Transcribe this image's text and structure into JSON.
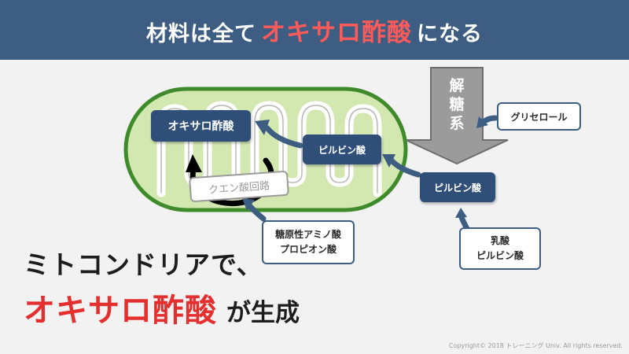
{
  "header": {
    "prefix": "材料は全て",
    "highlight": "オキサロ酢酸",
    "suffix": "になる"
  },
  "diagram": {
    "glycolysis": [
      "解",
      "糖",
      "系"
    ],
    "oxaloacetate": "オキサロ酢酸",
    "pyruvate_inside": "ピルビン酸",
    "pyruvate_outside": "ピルビン酸",
    "citric_cycle": "クエン酸回路",
    "glycerol": "グリセロール",
    "amino": [
      "糖原性アミノ酸",
      "プロピオン酸"
    ],
    "lactate": [
      "乳酸",
      "ピルビン酸"
    ]
  },
  "main_text": {
    "line1": "ミトコンドリアで、",
    "line2_highlight": "オキサロ酢酸",
    "line2_suffix": "が生成"
  },
  "copyright": "Copyright© 2018 トレーニング Univ. All rights reserved.",
  "colors": {
    "header_bg": "#3d5d83",
    "accent_red": "#e52e2e",
    "box_navy": "#2f4f78",
    "mito_outer": "#3f8b2c",
    "mito_fill": "#d3e8b1"
  }
}
